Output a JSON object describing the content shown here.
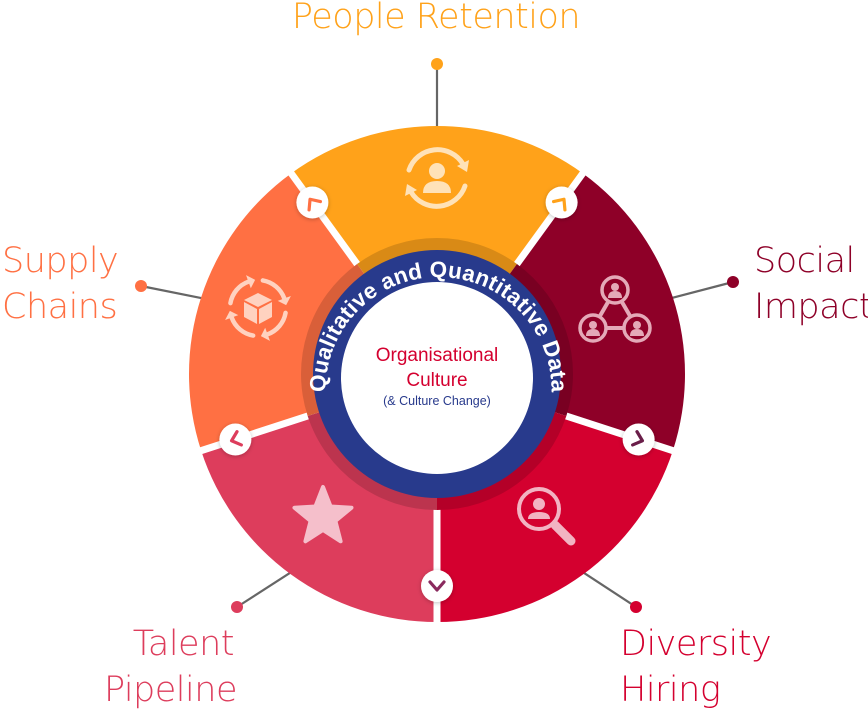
{
  "center": {
    "ring_text": "Qualitative and Quantitative Data",
    "title_line1": "Organisational",
    "title_line2": "Culture",
    "subtitle": "(& Culture Change)"
  },
  "segments": [
    {
      "id": "people-retention",
      "lines": [
        "People Retention"
      ],
      "icon": "person-cycle-icon",
      "color": "#FFA21A",
      "icon_color": "#FFE2B8",
      "arrow_color": "#FFA21A"
    },
    {
      "id": "social-impact",
      "lines": [
        "Social",
        "Impact"
      ],
      "icon": "network-people-icon",
      "color": "#8E0028",
      "icon_color": "#E4A9B8",
      "arrow_color": "#FFA21A"
    },
    {
      "id": "diversity-hiring",
      "lines": [
        "Diversity",
        "Hiring"
      ],
      "icon": "person-search-icon",
      "color": "#D4002F",
      "icon_color": "#F2B3C2",
      "arrow_color": "#6A1E49"
    },
    {
      "id": "talent-pipeline",
      "lines": [
        "Talent",
        "Pipeline"
      ],
      "icon": "star-icon",
      "color": "#DD3D5C",
      "icon_color": "#F5BFCB",
      "arrow_color": "#8A2A5E"
    },
    {
      "id": "supply-chains",
      "lines": [
        "Supply",
        "Chains"
      ],
      "icon": "box-cycle-icon",
      "color": "#FF7043",
      "icon_color": "#FFD2C0",
      "arrow_color": "#DD3D5C"
    }
  ],
  "label_colors": {
    "people-retention": "#FFA21A",
    "social-impact": "#8E0028",
    "diversity-hiring": "#D4002F",
    "talent-pipeline": "#DD3D5C",
    "supply-chains": "#FF7043"
  },
  "colors": {
    "ring_blue": "#283A8C",
    "center_title": "#D4002F",
    "center_subtitle": "#283A8C",
    "connector_line": "#666666",
    "separator": "#FFFFFF",
    "chevron_people_to_supply": "#FF7043"
  }
}
